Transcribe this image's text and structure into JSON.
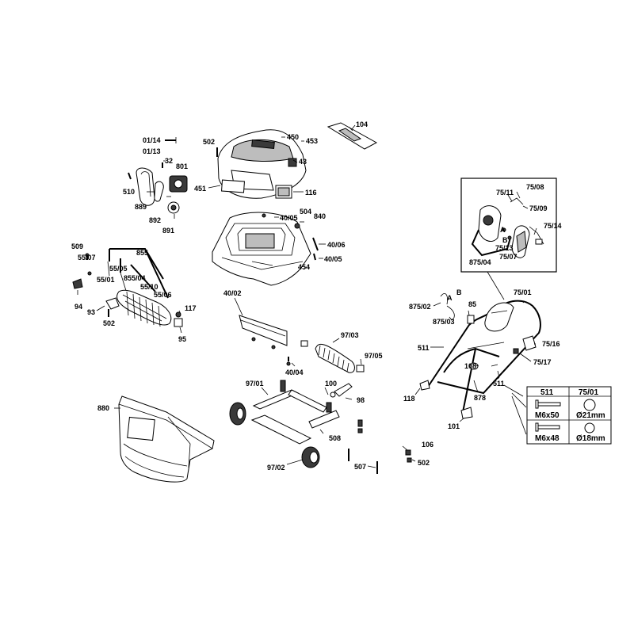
{
  "labels": {
    "l104": "104",
    "l450": "450",
    "l453": "453",
    "l43": "43",
    "l502a": "502",
    "l01_14": "01/14",
    "l01_13": "01/13",
    "l32": "32",
    "l801": "801",
    "l510": "510",
    "l889": "889",
    "l892": "892",
    "l891": "891",
    "l451": "451",
    "l116": "116",
    "l504": "504",
    "l40_05a": "40/05",
    "l840": "840",
    "l40_06": "40/06",
    "l40_05b": "40/05",
    "l454": "454",
    "l509": "509",
    "l55_07": "55/07",
    "l855": "855",
    "l55_05": "55/05",
    "l55_01": "55/01",
    "l855_04": "855/04",
    "l55_10": "55/10",
    "l55_06": "55/06",
    "l94": "94",
    "l93": "93",
    "l502b": "502",
    "l117": "117",
    "l95": "95",
    "l40_02": "40/02",
    "l97_03": "97/03",
    "l97_05": "97/05",
    "l40_04": "40/04",
    "l97_01": "97/01",
    "l100": "100",
    "l98": "98",
    "l508": "508",
    "l880": "880",
    "l97_02": "97/02",
    "l507": "507",
    "l106": "106",
    "l502c": "502",
    "l75_11": "75/11",
    "l75_08": "75/08",
    "l75_09": "75/09",
    "l75_14": "75/14",
    "lA1": "A",
    "lB1": "B",
    "l75_13": "75/13",
    "l75_07": "75/07",
    "l875_04": "875/04",
    "l75_01": "75/01",
    "l875_02": "875/02",
    "lA2": "A",
    "lB2": "B",
    "l85": "85",
    "l875_03": "875/03",
    "l511a": "511",
    "l75_16": "75/16",
    "l75_17": "75/17",
    "l108": "108",
    "l878": "878",
    "l511b": "511",
    "l118": "118",
    "l101": "101"
  },
  "table": {
    "headers": [
      "511",
      "75/01"
    ],
    "rows": [
      [
        "M6x50",
        "Ø21mm"
      ],
      [
        "M6x48",
        "Ø18mm"
      ]
    ]
  }
}
